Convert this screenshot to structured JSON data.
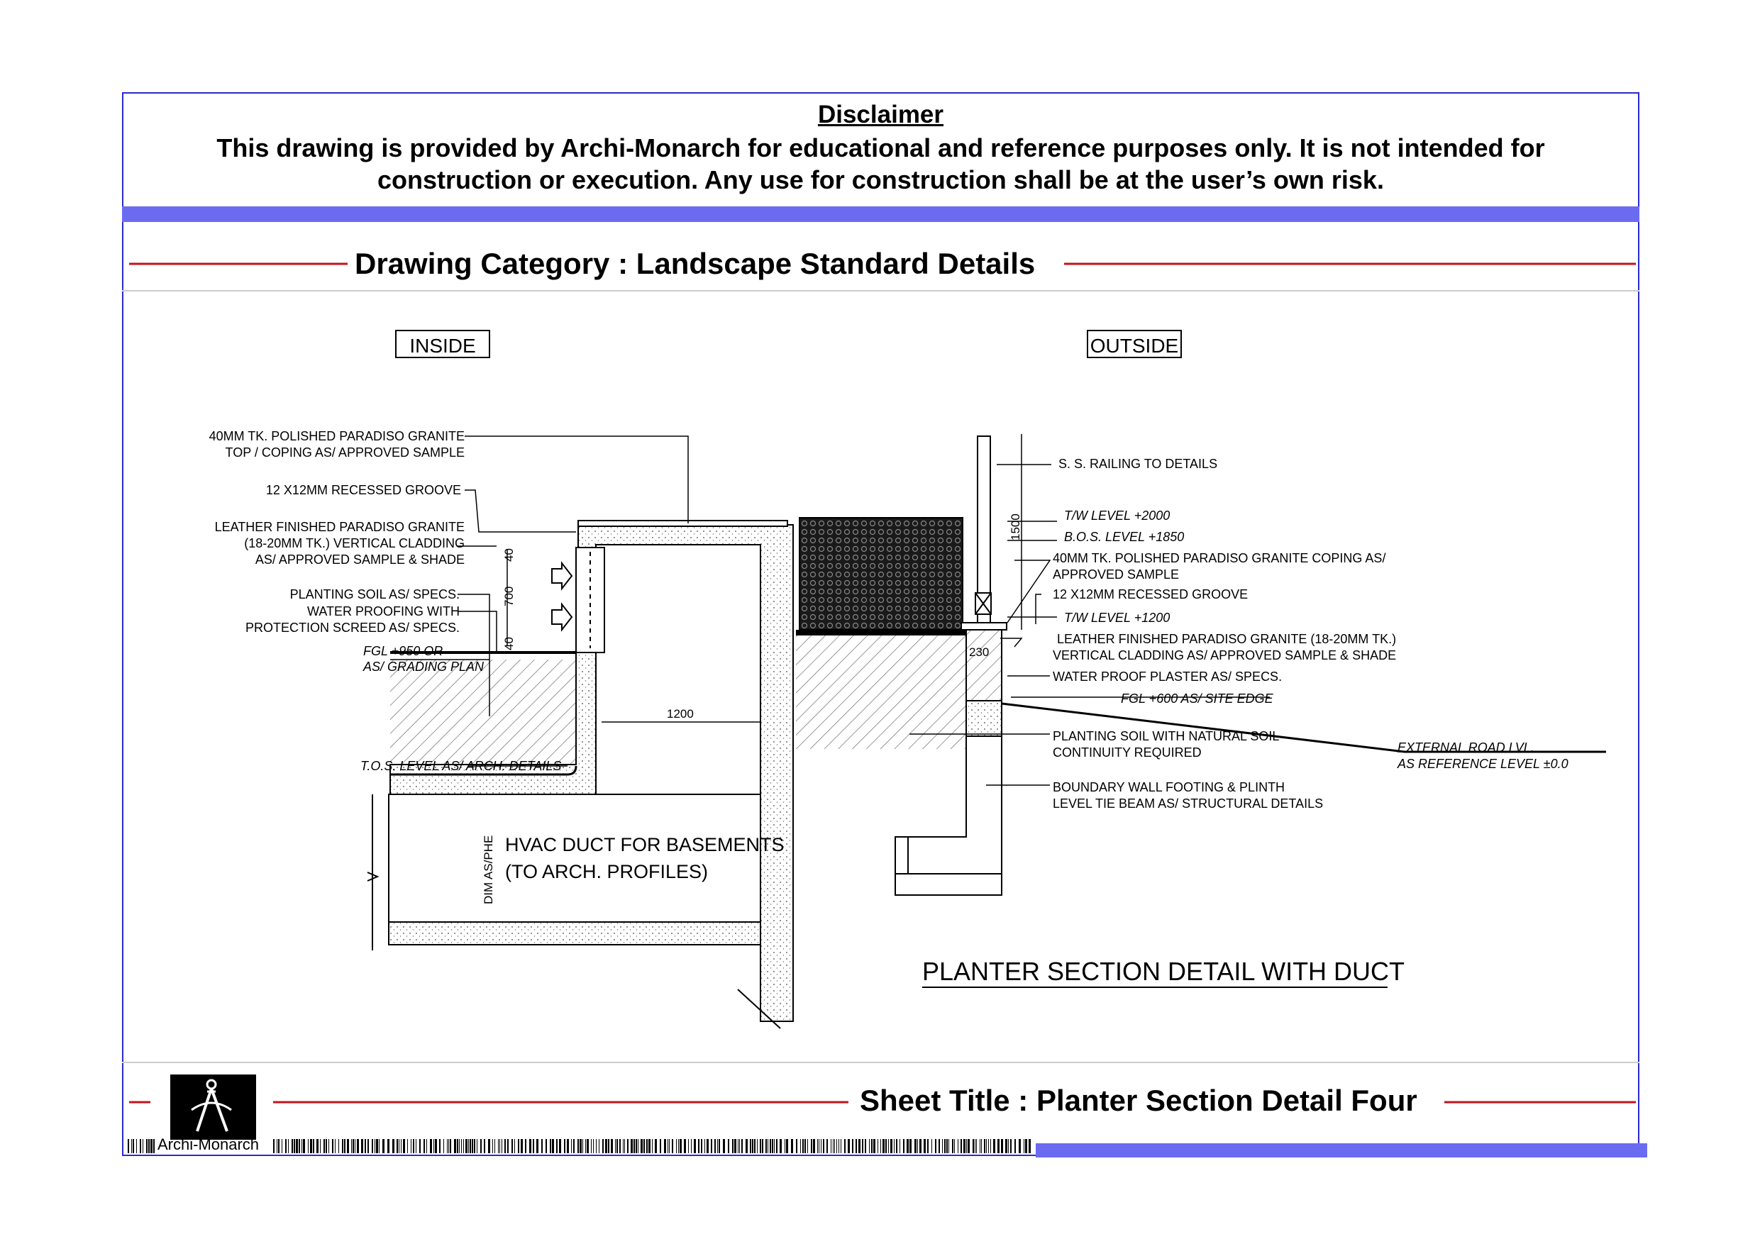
{
  "disclaimer": {
    "title": "Disclaimer",
    "line1": "This drawing is provided by Archi-Monarch for educational and reference purposes only. It is not intended for",
    "line2": "construction or execution. Any use for construction shall be at the user’s own risk."
  },
  "category": {
    "text": "Drawing Category : Landscape Standard Details"
  },
  "sheet": {
    "text": "Sheet Title : Planter Section Detail Four"
  },
  "brand": {
    "name": "Archi-Monarch"
  },
  "colors": {
    "frame": "#2a2ad0",
    "band": "#6b6bf2",
    "rule": "#c4121a"
  },
  "drawing": {
    "inside": "INSIDE",
    "outside": "OUTSIDE",
    "left_labels": [
      "40MM TK. POLISHED PARADISO GRANITE",
      "TOP / COPING AS/ APPROVED SAMPLE",
      "12 X12MM RECESSED GROOVE",
      "LEATHER FINISHED PARADISO GRANITE",
      "(18-20MM TK.) VERTICAL CLADDING",
      "AS/ APPROVED SAMPLE & SHADE",
      "PLANTING SOIL  AS/ SPECS.",
      "WATER PROOFING WITH",
      "PROTECTION SCREED AS/ SPECS.",
      "FGL +950  OR",
      "AS/ GRADING PLAN",
      "T.O.S. LEVEL AS/ ARCH. DETAILS"
    ],
    "right_labels": [
      "S. S. RAILING TO DETAILS",
      "T/W LEVEL +2000",
      "B.O.S. LEVEL +1850",
      "40MM TK. POLISHED PARADISO GRANITE COPING AS/",
      "APPROVED SAMPLE",
      "12 X12MM RECESSED GROOVE",
      "T/W LEVEL +1200",
      "LEATHER FINISHED PARADISO GRANITE  (18-20MM TK.)",
      "VERTICAL CLADDING AS/ APPROVED SAMPLE & SHADE",
      "WATER PROOF PLASTER AS/ SPECS.",
      "FGL +600  AS/ SITE EDGE",
      "PLANTING SOIL WITH NATURAL SOIL",
      "CONTINUITY REQUIRED",
      "BOUNDARY WALL FOOTING & PLINTH",
      "LEVEL TIE BEAM AS/ STRUCTURAL DETAILS"
    ],
    "road": [
      "EXTERNAL ROAD  LVL.",
      "AS REFERENCE LEVEL ±0.0"
    ],
    "dims": {
      "d40a": "40",
      "d700": "700",
      "d40b": "40",
      "d1200": "1200",
      "d1500": "1500",
      "d230": "230",
      "dim": "DIM AS/PHE"
    },
    "duct": [
      "HVAC DUCT FOR BASEMENTS",
      "(TO ARCH. PROFILES)"
    ],
    "title": "PLANTER SECTION DETAIL WITH DUCT"
  }
}
